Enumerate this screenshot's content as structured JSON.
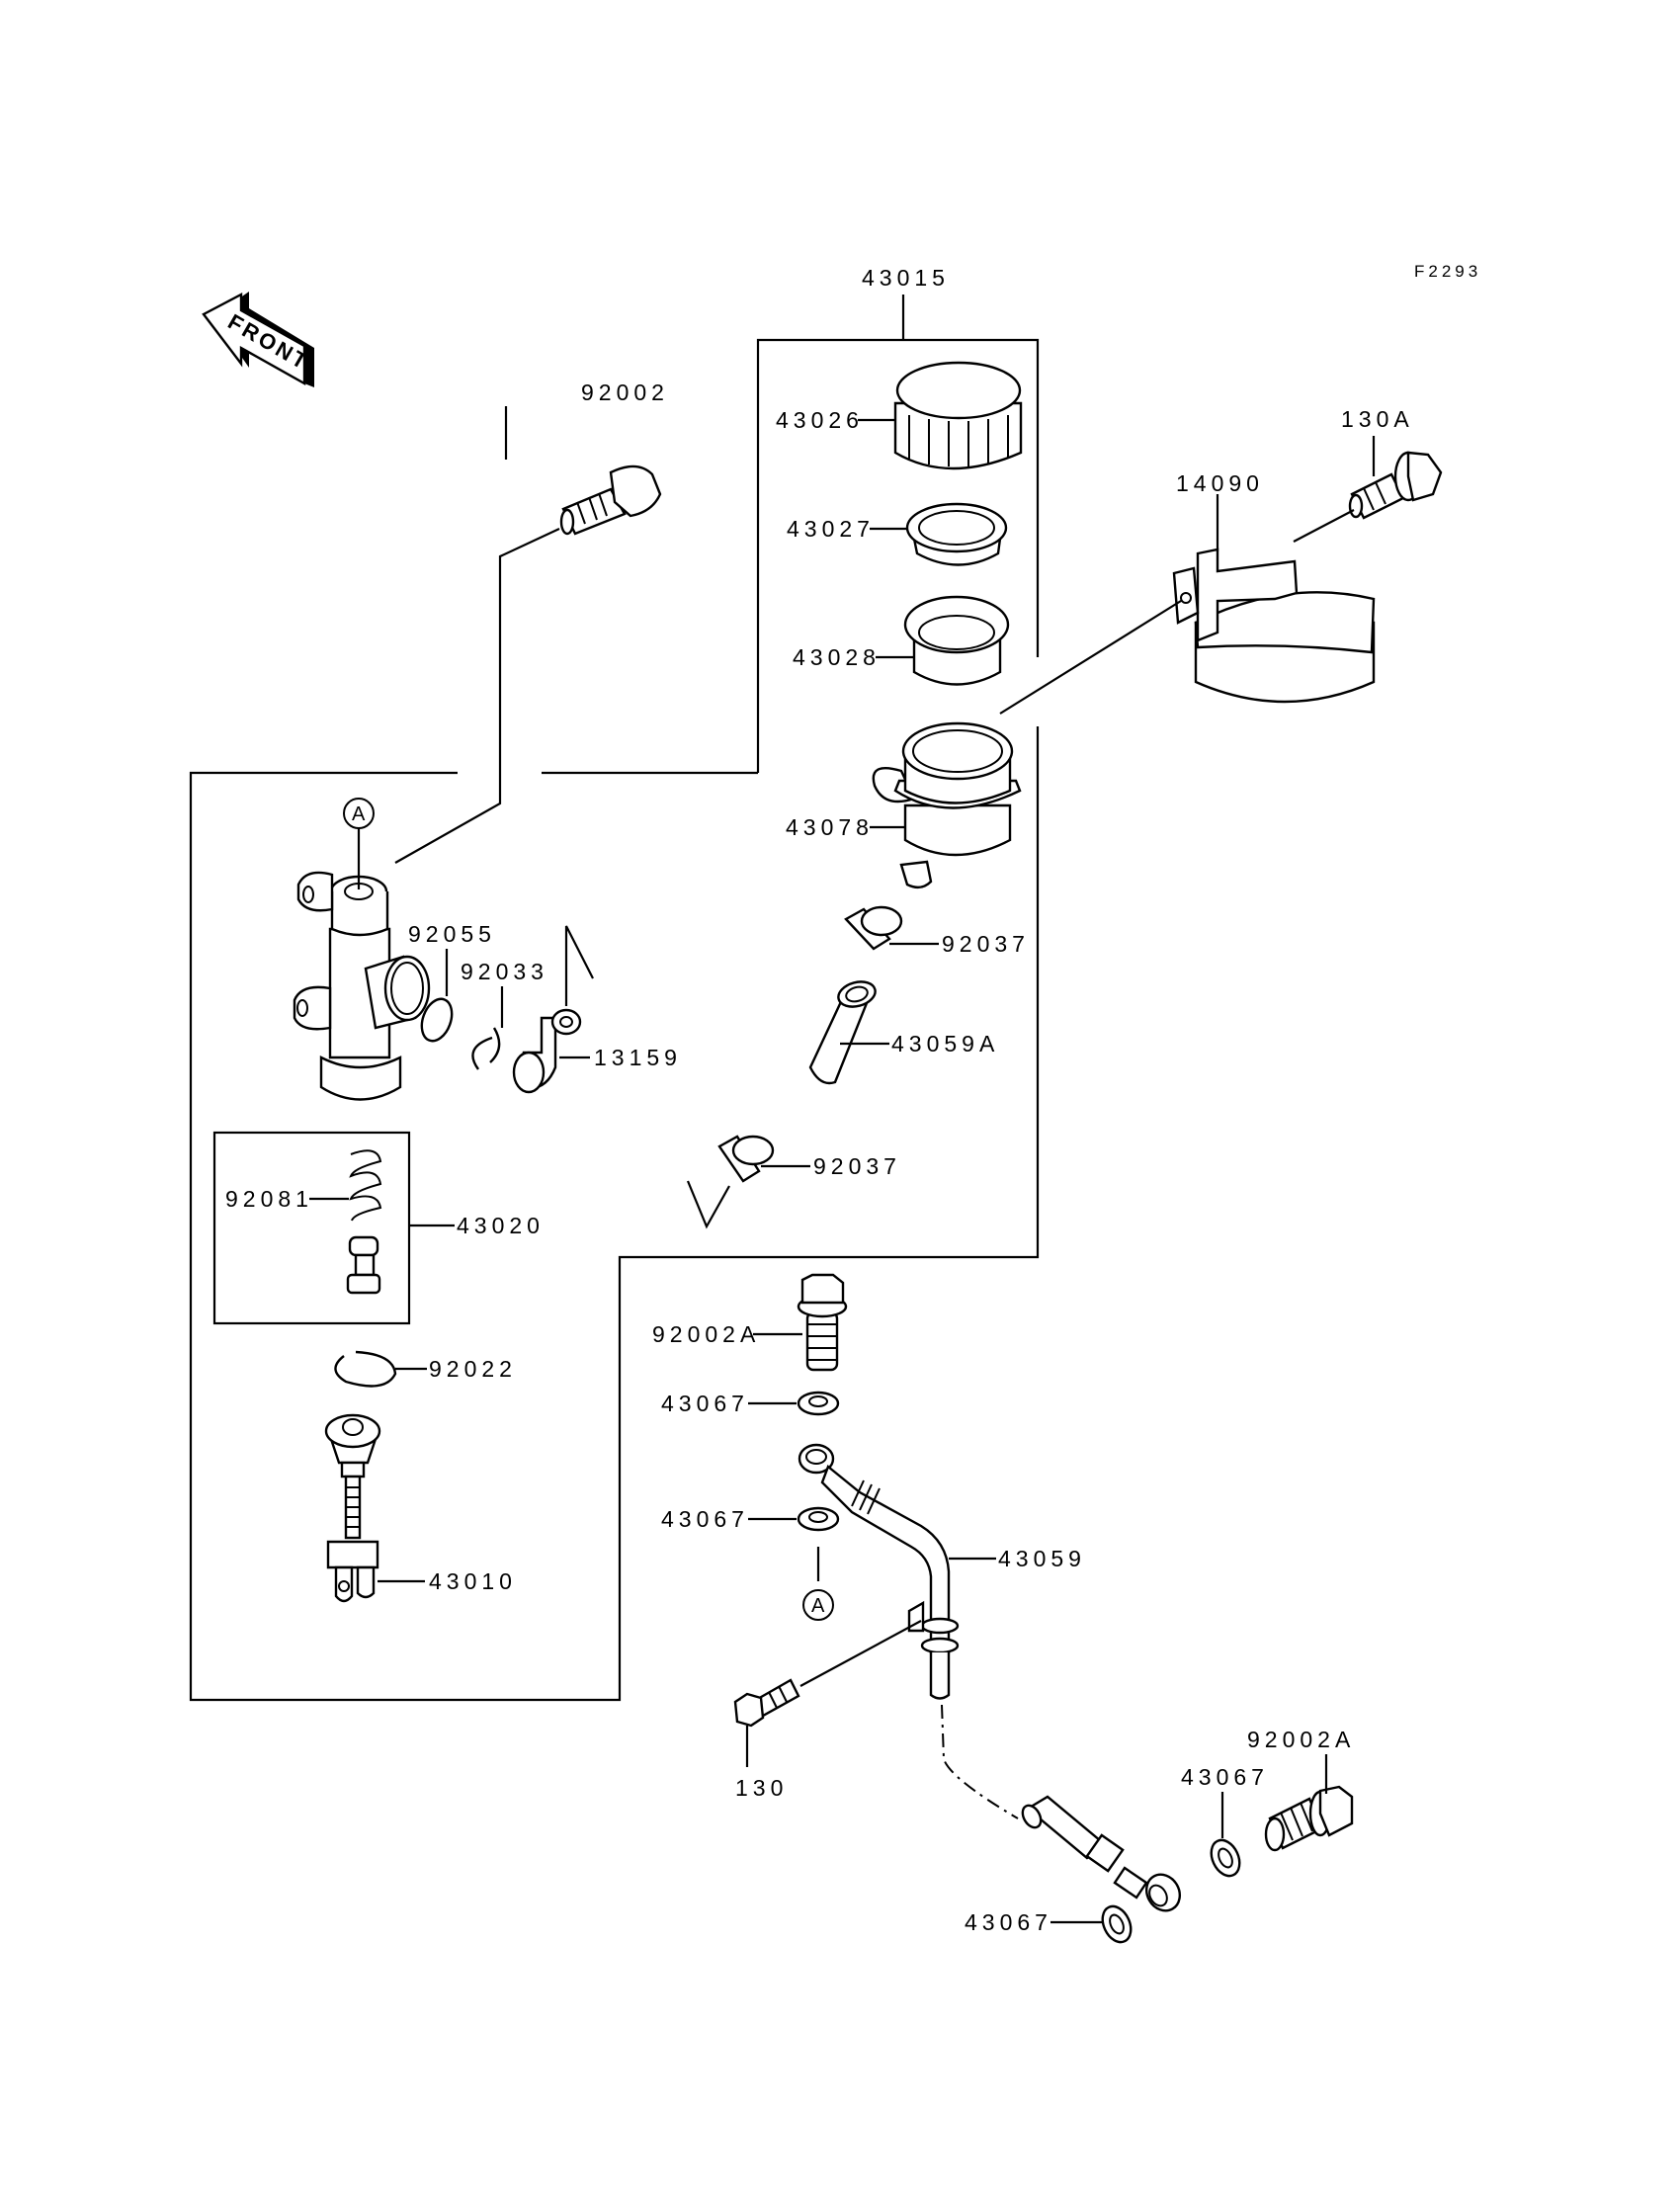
{
  "figure_id": "F2293",
  "direction_indicator": "FRONT",
  "reference_marker": "A",
  "assembly_labels": {
    "reservoir_assy": "43015",
    "piston_set": "43020"
  },
  "parts": [
    {
      "key": "p92002",
      "number": "92002"
    },
    {
      "key": "p43015",
      "number": "43015"
    },
    {
      "key": "p43026",
      "number": "43026"
    },
    {
      "key": "p43027",
      "number": "43027"
    },
    {
      "key": "p43028",
      "number": "43028"
    },
    {
      "key": "p43078",
      "number": "43078"
    },
    {
      "key": "p130A",
      "number": "130A"
    },
    {
      "key": "p14090",
      "number": "14090"
    },
    {
      "key": "p92055",
      "number": "92055"
    },
    {
      "key": "p92033",
      "number": "92033"
    },
    {
      "key": "p13159",
      "number": "13159"
    },
    {
      "key": "p92037a",
      "number": "92037"
    },
    {
      "key": "p43059A",
      "number": "43059A"
    },
    {
      "key": "p92037b",
      "number": "92037"
    },
    {
      "key": "p92081",
      "number": "92081"
    },
    {
      "key": "p43020",
      "number": "43020"
    },
    {
      "key": "p92022",
      "number": "92022"
    },
    {
      "key": "p43010",
      "number": "43010"
    },
    {
      "key": "p92002A_top",
      "number": "92002A"
    },
    {
      "key": "p43067_a",
      "number": "43067"
    },
    {
      "key": "p43067_b",
      "number": "43067"
    },
    {
      "key": "p43059",
      "number": "43059"
    },
    {
      "key": "p130",
      "number": "130"
    },
    {
      "key": "p92002A_bottom",
      "number": "92002A"
    },
    {
      "key": "p43067_c",
      "number": "43067"
    },
    {
      "key": "p43067_d",
      "number": "43067"
    }
  ]
}
